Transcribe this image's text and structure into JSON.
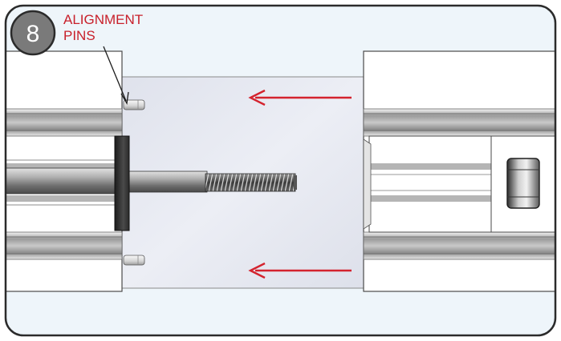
{
  "step": {
    "number": "8",
    "badge_color": "#7a7a7a"
  },
  "callout": {
    "line1": "ALIGNMENT",
    "line2": "PINS",
    "color": "#c8202b"
  },
  "illustration": {
    "arrow_direction": "left",
    "arrow_count": 2,
    "panel_background": "#eef5fa"
  }
}
